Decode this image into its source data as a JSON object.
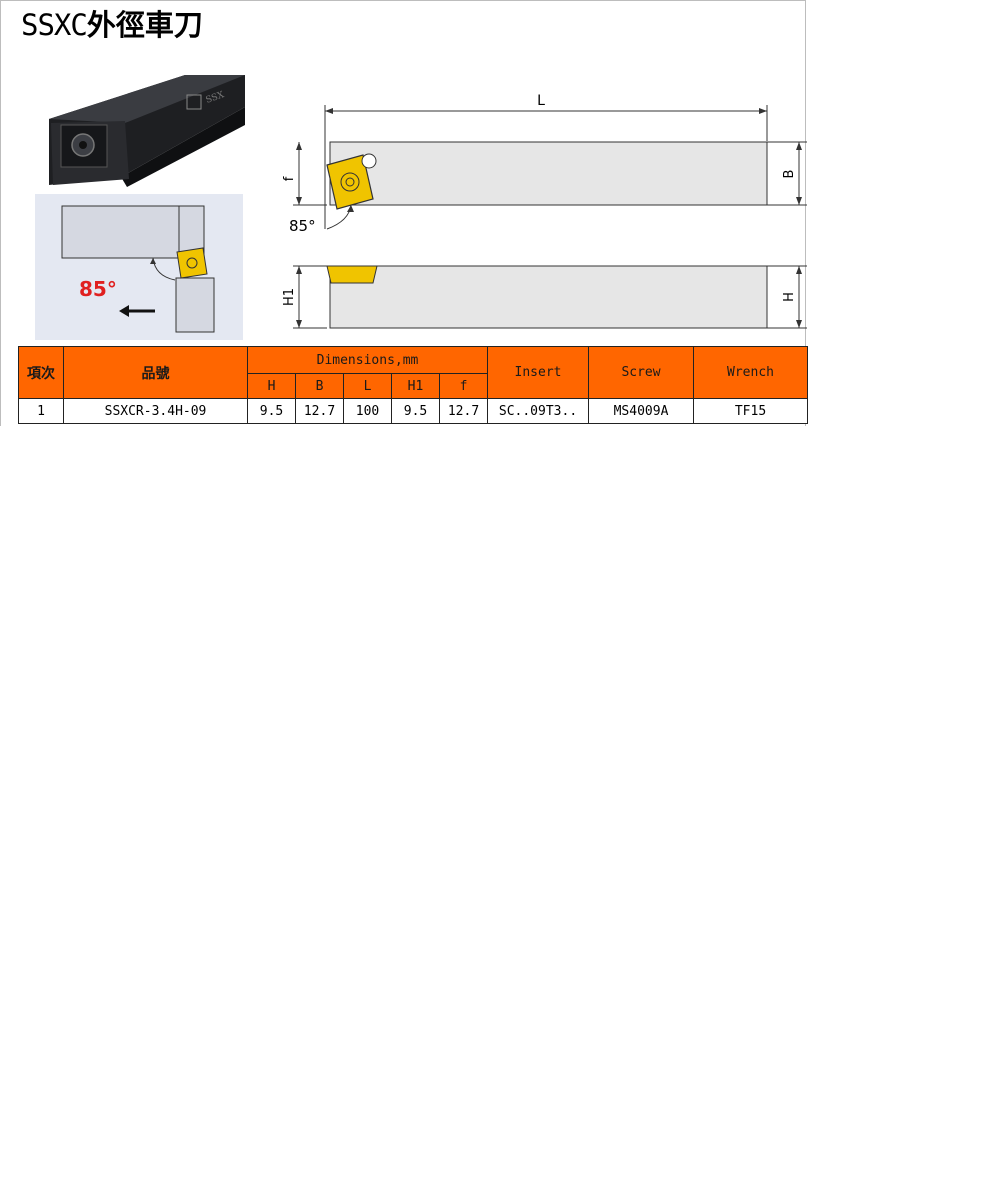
{
  "title": {
    "prefix": "SSXC",
    "cjk": "外徑車刀"
  },
  "schematic": {
    "angle_label": "85°"
  },
  "drawing": {
    "L": "L",
    "f": "f",
    "B": "B",
    "H1": "H1",
    "H": "H",
    "angle": "85°"
  },
  "table": {
    "headers": {
      "item": "項次",
      "part": "品號",
      "dimensions": "Dimensions,mm",
      "insert": "Insert",
      "screw": "Screw",
      "wrench": "Wrench"
    },
    "dim_headers": [
      "H",
      "B",
      "L",
      "H1",
      "f"
    ],
    "rows": [
      {
        "item": "1",
        "part": "SSXCR-3.4H-09",
        "H": "9.5",
        "B": "12.7",
        "L": "100",
        "H1": "9.5",
        "f": "12.7",
        "insert": "SC..09T3..",
        "screw": "MS4009A",
        "wrench": "TF15"
      }
    ]
  },
  "colors": {
    "header_bg": "#ff6600",
    "insert_yellow": "#f0c400",
    "angle_red": "#e02020",
    "body_gray": "#e6e6e6"
  }
}
